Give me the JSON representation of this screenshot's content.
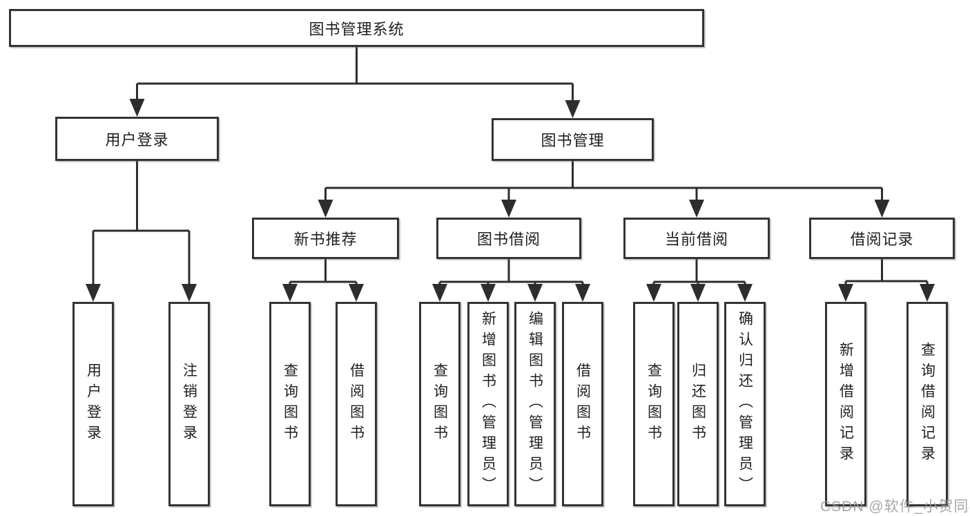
{
  "diagram_title": "图书管理系统",
  "colors": {
    "line": "#2d2d2d",
    "box_border": "#333333",
    "text": "#1f1f1f",
    "background": "#ffffff",
    "watermark": "#969696"
  },
  "hierarchy": {
    "root": "图书管理系统",
    "children": [
      {
        "label": "用户登录",
        "children": [
          "用户登录",
          "注销登录"
        ]
      },
      {
        "label": "图书管理",
        "children": [
          {
            "label": "新书推荐",
            "children": [
              "查询图书",
              "借阅图书"
            ]
          },
          {
            "label": "图书借阅",
            "children": [
              "查询图书",
              "新增图书（管理员）",
              "编辑图书（管理员）",
              "借阅图书"
            ]
          },
          {
            "label": "当前借阅",
            "children": [
              "查询图书",
              "归还图书",
              "确认归还（管理员）"
            ]
          },
          {
            "label": "借阅记录",
            "children": [
              "新增借阅记录",
              "查询借阅记录"
            ]
          }
        ]
      }
    ]
  },
  "watermark": {
    "text": "CSDN @软件_小贺同学"
  }
}
